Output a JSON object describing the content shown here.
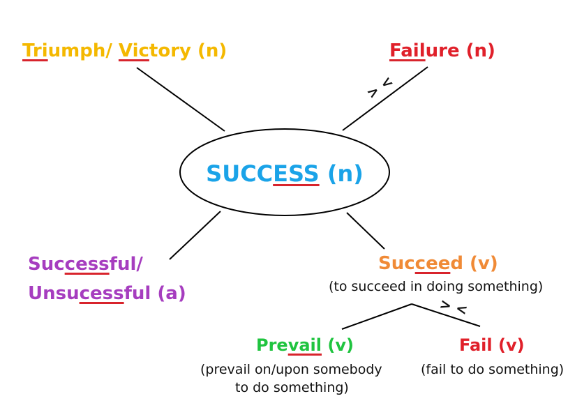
{
  "center": {
    "pre": "SUCC",
    "hl": "ESS",
    "post": " (n)"
  },
  "triumph": {
    "hl1": "Tri",
    "mid": "umph/ ",
    "hl2": "Vic",
    "post": "tory (n)"
  },
  "failure": {
    "hl": "Fail",
    "post": "ure (n)"
  },
  "failure_sign": "> <",
  "successful": {
    "l1_pre": "Suc",
    "l1_hl": "cess",
    "l1_post": "ful/",
    "l2_pre": "Unsu",
    "l2_hl": "cess",
    "l2_post": "ful (a)"
  },
  "succeed": {
    "pre": "Suc",
    "hl": "cee",
    "post": "d (v)",
    "note": "(to succeed in doing something)"
  },
  "succeed_sign": "> <",
  "prevail": {
    "pre": "Pre",
    "hl": "vail",
    "post": " (v)",
    "note1": "(prevail on/upon somebody",
    "note2": "to do something)"
  },
  "fail": {
    "label": "Fail (v)",
    "note": "(fail to do something)"
  },
  "colors": {
    "yellow": "#f4b800",
    "red": "#e0202a",
    "blue": "#1aa3e8",
    "purple": "#a63dbf",
    "orange": "#f08a36",
    "green": "#1fc43f",
    "underline": "#d8242c"
  }
}
